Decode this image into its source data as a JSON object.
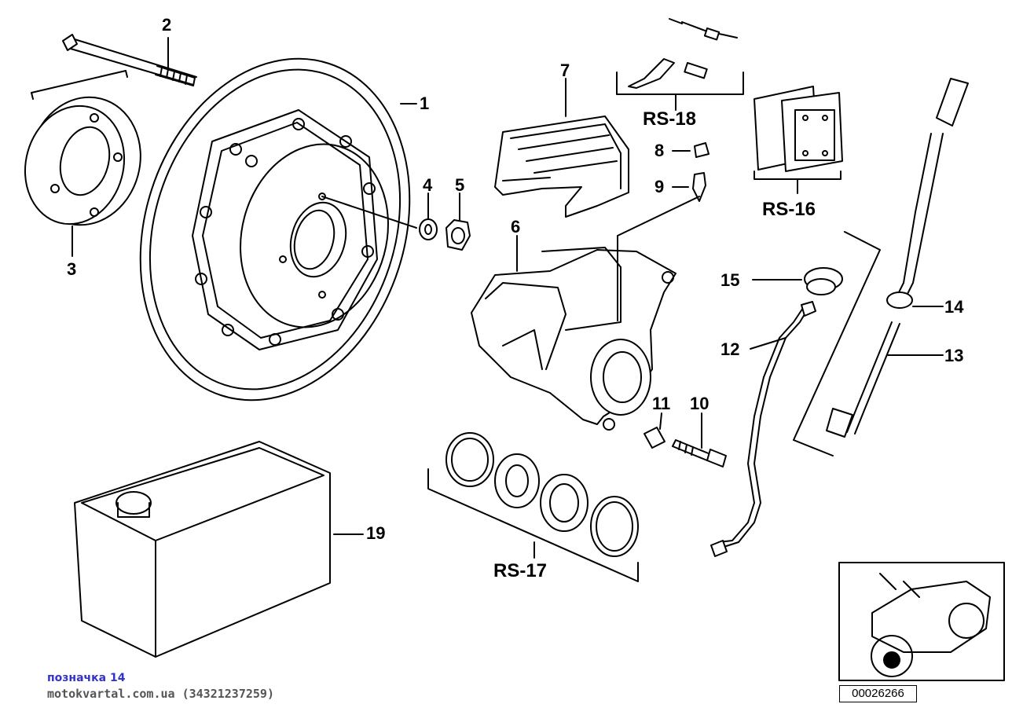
{
  "callouts": {
    "c1": "1",
    "c2": "2",
    "c3": "3",
    "c4": "4",
    "c5": "5",
    "c6": "6",
    "c7": "7",
    "c8": "8",
    "c9": "9",
    "c10": "10",
    "c11": "11",
    "c12": "12",
    "c13": "13",
    "c14": "14",
    "c15": "15",
    "c19": "19",
    "rs16": "RS-16",
    "rs17": "RS-17",
    "rs18": "RS-18"
  },
  "watermark": {
    "label": "позначка 14",
    "site": "motokvartal.com.ua (34321237259)"
  },
  "reference_number": "00026266",
  "colors": {
    "ink": "#000000",
    "watermark_label": "#3333cc",
    "watermark_site": "#555555"
  }
}
